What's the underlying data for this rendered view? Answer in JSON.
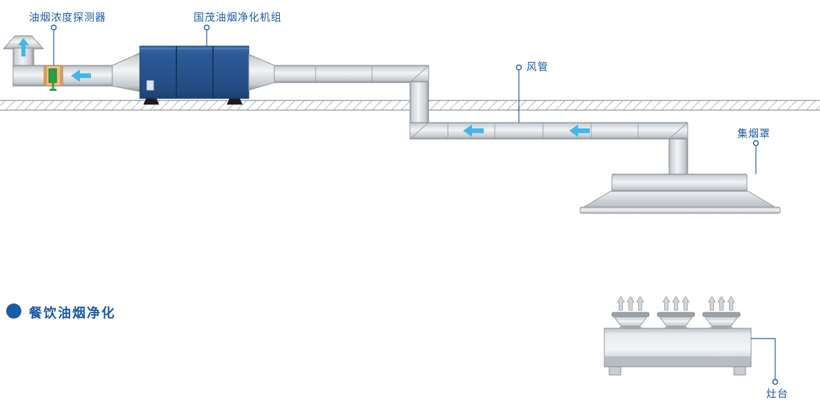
{
  "title": {
    "text": "餐饮油烟净化"
  },
  "labels": {
    "detector": "油烟浓度探测器",
    "purifier": "国茂油烟净化机组",
    "duct": "风管",
    "hood": "集烟罩",
    "stove": "灶台"
  },
  "colors": {
    "label_blue": "#1b5aa5",
    "arrow_blue": "#45b5ea",
    "unit_navy": "#2a5b9d",
    "duct_gray": "#d9dde1",
    "detector_housing_orange": "#ecc08a",
    "detector_green": "#2e9e3e"
  }
}
